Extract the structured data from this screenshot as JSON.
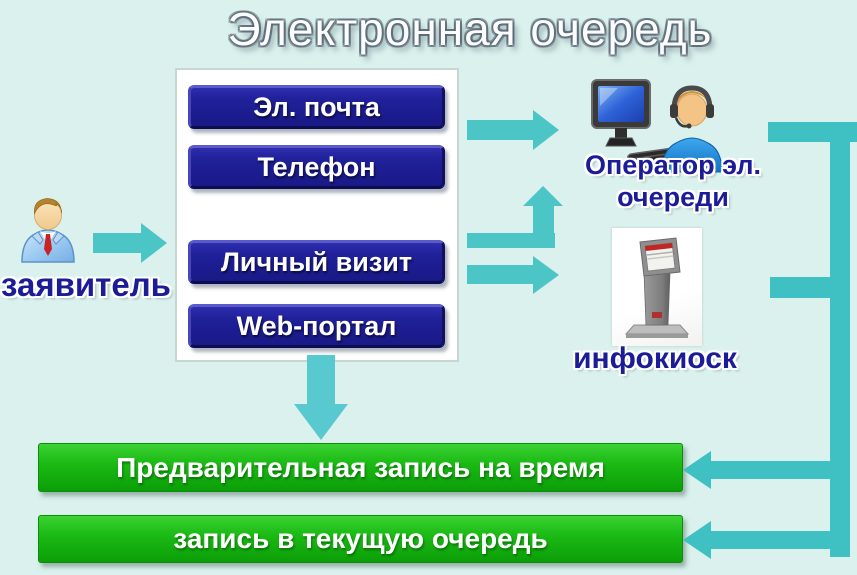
{
  "title": "Электронная очередь",
  "applicant": {
    "label": "заявитель"
  },
  "channels": {
    "items": [
      {
        "label": "Эл. почта"
      },
      {
        "label": "Телефон"
      },
      {
        "label": "Личный визит"
      },
      {
        "label": "Web-портал"
      }
    ]
  },
  "operator": {
    "label": "Оператор эл. очереди"
  },
  "kiosk": {
    "label": "инфокиоск"
  },
  "outcomes": {
    "items": [
      {
        "label": "Предварительная запись на время"
      },
      {
        "label": "запись в текущую очередь"
      }
    ]
  },
  "colors": {
    "background": "#daf1ed",
    "arrow_teal": "#4cc5c7",
    "connector_teal": "#3fc0c3",
    "button_blue": "#20209a",
    "label_navy": "#1c1c96",
    "outcome_green": "#1cbb15"
  }
}
